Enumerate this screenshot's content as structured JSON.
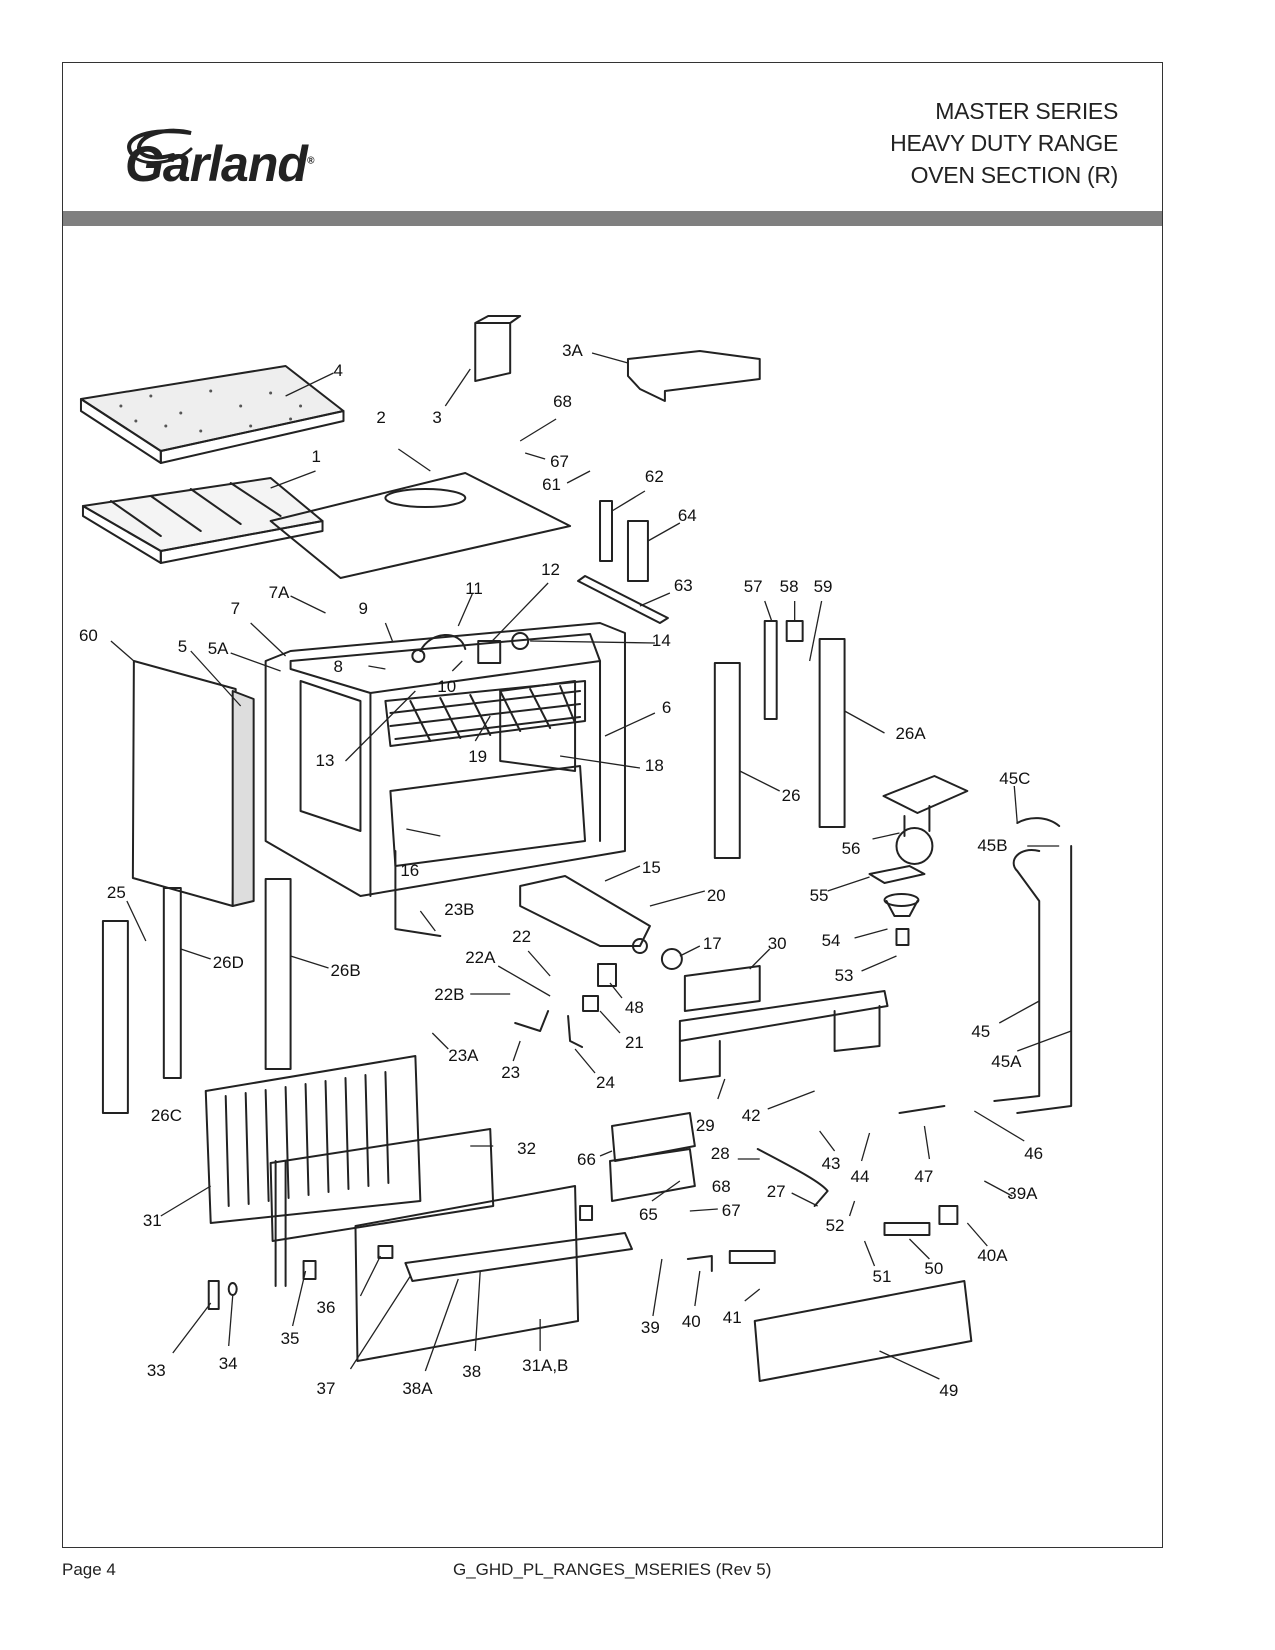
{
  "brand": {
    "name": "Garland",
    "icon": "garland-swoosh-logo"
  },
  "title_lines": [
    "MASTER SERIES",
    "HEAVY DUTY RANGE",
    "OVEN SECTION (R)"
  ],
  "footer": {
    "page": "Page 4",
    "doc_code": "G_GHD_PL_RANGES_MSERIES (Rev 5)"
  },
  "callouts": {
    "c4": "4",
    "c3": "3",
    "c3A": "3A",
    "c68a": "68",
    "c67a": "67",
    "c61": "61",
    "c62": "62",
    "c64": "64",
    "c2": "2",
    "c1": "1",
    "c7A": "7A",
    "c11": "11",
    "c12": "12",
    "c63": "63",
    "c57": "57",
    "c58": "58",
    "c59": "59",
    "c9": "9",
    "c7": "7",
    "c60": "60",
    "c5": "5",
    "c5A": "5A",
    "c8": "8",
    "c10": "10",
    "c14": "14",
    "c6": "6",
    "c13": "13",
    "c18": "18",
    "c19": "19",
    "c26A": "26A",
    "c45C": "45C",
    "c26": "26",
    "c56": "56",
    "c45B": "45B",
    "c16": "16",
    "c15": "15",
    "c20": "20",
    "c25": "25",
    "c55": "55",
    "c23B": "23B",
    "c22": "22",
    "c54": "54",
    "c17": "17",
    "c30": "30",
    "c26D": "26D",
    "c22A": "22A",
    "c26B": "26B",
    "c53": "53",
    "c22B": "22B",
    "c48": "48",
    "c21": "21",
    "c45": "45",
    "c23A": "23A",
    "c45A": "45A",
    "c23": "23",
    "c24": "24",
    "c29": "29",
    "c42": "42",
    "c26C": "26C",
    "c32": "32",
    "c46": "46",
    "c66": "66",
    "c28": "28",
    "c43": "43",
    "c44": "44",
    "c47": "47",
    "c27": "27",
    "c68b": "68",
    "c39A": "39A",
    "c31": "31",
    "c65": "65",
    "c67b": "67",
    "c52": "52",
    "c40A": "40A",
    "c51": "51",
    "c50": "50",
    "c36": "36",
    "c39": "39",
    "c40": "40",
    "c41": "41",
    "c35": "35",
    "c33": "33",
    "c34": "34",
    "c37": "37",
    "c38A": "38A",
    "c38": "38",
    "c31AB": "31A,B",
    "c49": "49"
  }
}
